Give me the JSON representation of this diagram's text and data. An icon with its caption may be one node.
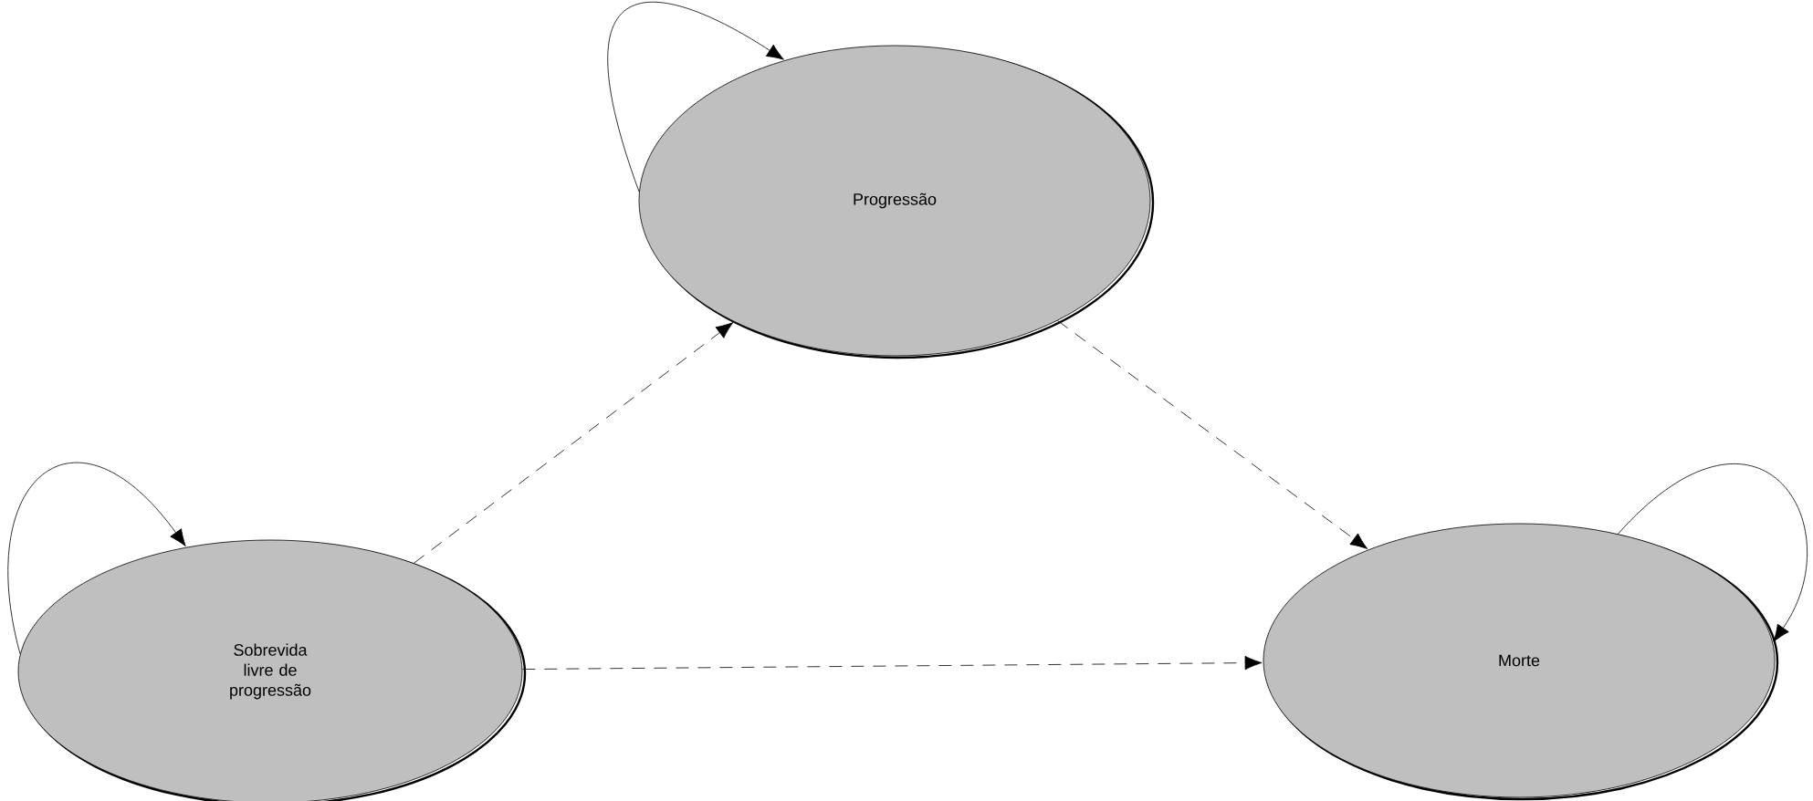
{
  "diagram": {
    "nodes": [
      {
        "text": [
          "Progressão"
        ]
      },
      {
        "text": [
          "Sobrevida livre de progressão"
        ]
      },
      {
        "text": [
          "Morte"
        ]
      }
    ],
    "edges": [
      {
        "from": 0,
        "to": 0,
        "arrow": "to"
      },
      {
        "from": 1,
        "to": 1,
        "arrow": "to"
      },
      {
        "from": 2,
        "to": 2,
        "arrow": "to"
      },
      {
        "from": 1,
        "to": 0,
        "arrow": "to",
        "style": "dashed"
      },
      {
        "from": 0,
        "to": 2,
        "arrow": "to",
        "style": "dashed"
      },
      {
        "from": 1,
        "to": 2,
        "arrow": "to",
        "style": "dashed"
      }
    ]
  }
}
